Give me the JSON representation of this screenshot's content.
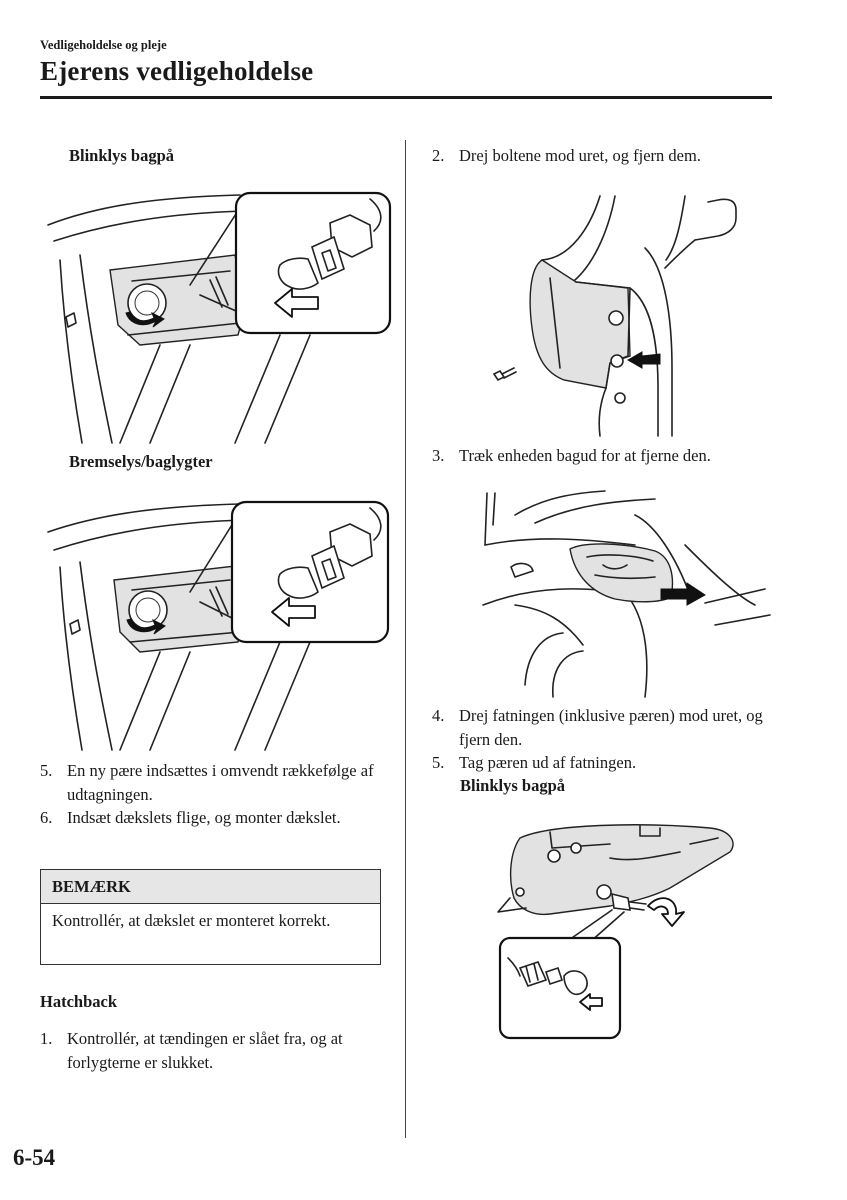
{
  "header": {
    "section": "Vedligeholdelse og pleje",
    "title": "Ejerens vedligeholdelse"
  },
  "left": {
    "heading_1": "Blinklys bagpå",
    "heading_2": "Bremselys/baglygter",
    "steps": [
      {
        "num": "5.",
        "text": "En ny pære indsættes i omvendt rækkefølge af udtagningen."
      },
      {
        "num": "6.",
        "text": "Indsæt dækslets flige, og monter dækslet."
      }
    ],
    "note": {
      "title": "BEMÆRK",
      "text": "Kontrollér, at dækslet er monteret korrekt."
    },
    "heading_3": "Hatchback",
    "step_1": {
      "num": "1.",
      "text": "Kontrollér, at tændingen er slået fra, og at forlygterne er slukket."
    }
  },
  "right": {
    "step_2": {
      "num": "2.",
      "text": "Drej boltene mod uret, og fjern dem."
    },
    "step_3": {
      "num": "3.",
      "text": "Træk enheden bagud for at fjerne den."
    },
    "step_4": {
      "num": "4.",
      "text": "Drej fatningen (inklusive pæren) mod uret, og fjern den."
    },
    "step_5": {
      "num": "5.",
      "text": "Tag pæren ud af fatningen."
    },
    "heading": "Blinklys bagpå"
  },
  "footer": {
    "page_number": "6-54"
  },
  "figures": [
    {
      "icon": "rear-turn-signal-bulb-removal-illustration"
    },
    {
      "icon": "brake-tail-light-bulb-removal-illustration"
    },
    {
      "icon": "bolt-removal-illustration"
    },
    {
      "icon": "lamp-unit-pull-illustration"
    },
    {
      "icon": "hatchback-turn-signal-socket-illustration"
    }
  ]
}
